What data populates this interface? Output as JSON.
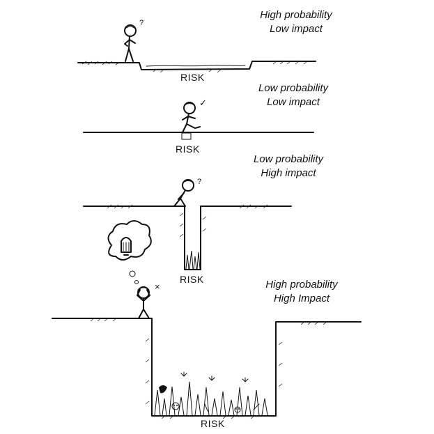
{
  "panels": [
    {
      "probability": "High probability",
      "impact": "Low impact",
      "risk_label": "RISK",
      "person_mark": "?"
    },
    {
      "probability": "Low probability",
      "impact": "Low impact",
      "risk_label": "RISK",
      "person_mark": "✓"
    },
    {
      "probability": "Low probability",
      "impact": "High impact",
      "risk_label": "RISK",
      "person_mark": "?"
    },
    {
      "probability": "High probability",
      "impact": "High Impact",
      "risk_label": "RISK",
      "person_mark": "×"
    }
  ],
  "icons": [
    "stick-figure-icon",
    "thought-bubble-icon",
    "skull-icon",
    "bone-icon",
    "grass-spikes-icon"
  ],
  "colors": {
    "ink": "#111111",
    "background": "#ffffff"
  }
}
